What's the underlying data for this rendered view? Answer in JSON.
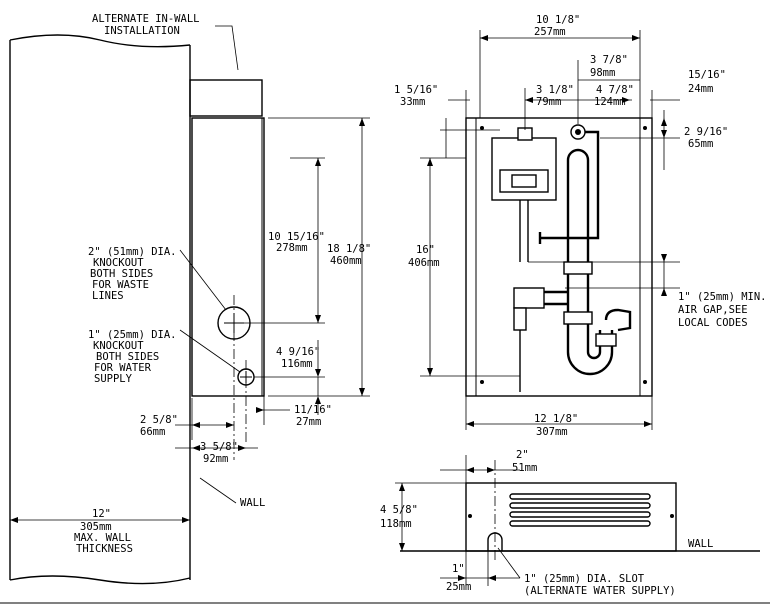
{
  "side_view": {
    "alt_install": [
      "ALTERNATE IN-WALL",
      "INSTALLATION"
    ],
    "knockout_waste": [
      "2\" (51mm) DIA.",
      "KNOCKOUT",
      "BOTH SIDES",
      "FOR WASTE",
      "LINES"
    ],
    "knockout_supply": [
      "1\" (25mm) DIA.",
      "KNOCKOUT",
      "BOTH SIDES",
      "FOR WATER",
      "SUPPLY"
    ],
    "dim_10_15_16": [
      "10 15/16\"",
      "278mm"
    ],
    "dim_18_1_8": [
      "18 1/8\"",
      "460mm"
    ],
    "dim_4_9_16": [
      "4 9/16\"",
      "116mm"
    ],
    "dim_2_5_8": [
      "2 5/8\"",
      "66mm"
    ],
    "dim_11_16": [
      "11/16\"",
      "27mm"
    ],
    "dim_3_5_8": [
      "3 5/8\"",
      "92mm"
    ],
    "wall": "WALL",
    "wall_thickness": [
      "12\"",
      "305mm",
      "MAX. WALL",
      "THICKNESS"
    ]
  },
  "front_view": {
    "dim_10_1_8": [
      "10 1/8\"",
      "257mm"
    ],
    "dim_3_7_8": [
      "3 7/8\"",
      "98mm"
    ],
    "dim_1_5_16": [
      "1 5/16\"",
      "33mm"
    ],
    "dim_3_1_8": [
      "3 1/8\"",
      "79mm"
    ],
    "dim_4_7_8": [
      "4 7/8\"",
      "124mm"
    ],
    "dim_15_16": [
      "15/16\"",
      "24mm"
    ],
    "dim_2_9_16": [
      "2 9/16\"",
      "65mm"
    ],
    "dim_16": [
      "16\"",
      "406mm"
    ],
    "air_gap": [
      "1\" (25mm) MIN.",
      "AIR GAP,SEE",
      "LOCAL CODES"
    ],
    "dim_12_1_8": [
      "12 1/8\"",
      "307mm"
    ]
  },
  "grille_view": {
    "dim_2": [
      "2\"",
      "51mm"
    ],
    "dim_4_5_8": [
      "4 5/8\"",
      "118mm"
    ],
    "wall": "WALL",
    "dim_1": [
      "1\"",
      "25mm"
    ],
    "slot": [
      "1\" (25mm) DIA. SLOT",
      "(ALTERNATE WATER SUPPLY)"
    ]
  }
}
